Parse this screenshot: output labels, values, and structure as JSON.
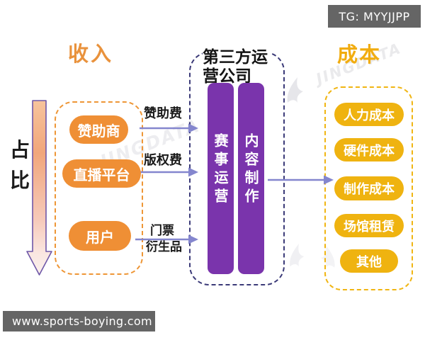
{
  "badge": {
    "text": "TG: MYYJJPP"
  },
  "footer": {
    "url": "www.sports-boying.com"
  },
  "watermark": {
    "text": "JINGDATA"
  },
  "left_panel": {
    "title": "收入",
    "axis_label": "占比",
    "items": [
      {
        "label": "赞助商"
      },
      {
        "label": "直播平台"
      },
      {
        "label": "用户"
      }
    ]
  },
  "flows": [
    {
      "label": "赞助费"
    },
    {
      "label": "版权费"
    },
    {
      "label": "门票",
      "label2": "衍生品"
    }
  ],
  "center_panel": {
    "title": "第三方运营公司",
    "columns": [
      {
        "label": "赛事运营"
      },
      {
        "label": "内容制作"
      }
    ]
  },
  "right_panel": {
    "title": "成本",
    "items": [
      {
        "label": "人力成本"
      },
      {
        "label": "硬件成本"
      },
      {
        "label": "制作成本"
      },
      {
        "label": "场馆租赁"
      },
      {
        "label": "其他"
      }
    ]
  },
  "colors": {
    "income_orange": "#EF8F35",
    "income_title": "#E9923C",
    "cost_yellow": "#EFB310",
    "cost_title": "#F1AC0F",
    "column_purple": "#7A34AC",
    "center_border_indigo": "#3B3A78",
    "arrow_periwinkle": "#8486CE",
    "badge_gray": "#656565",
    "down_arrow_top": "#F2A67C",
    "down_arrow_bottom": "#FBEFEC"
  }
}
